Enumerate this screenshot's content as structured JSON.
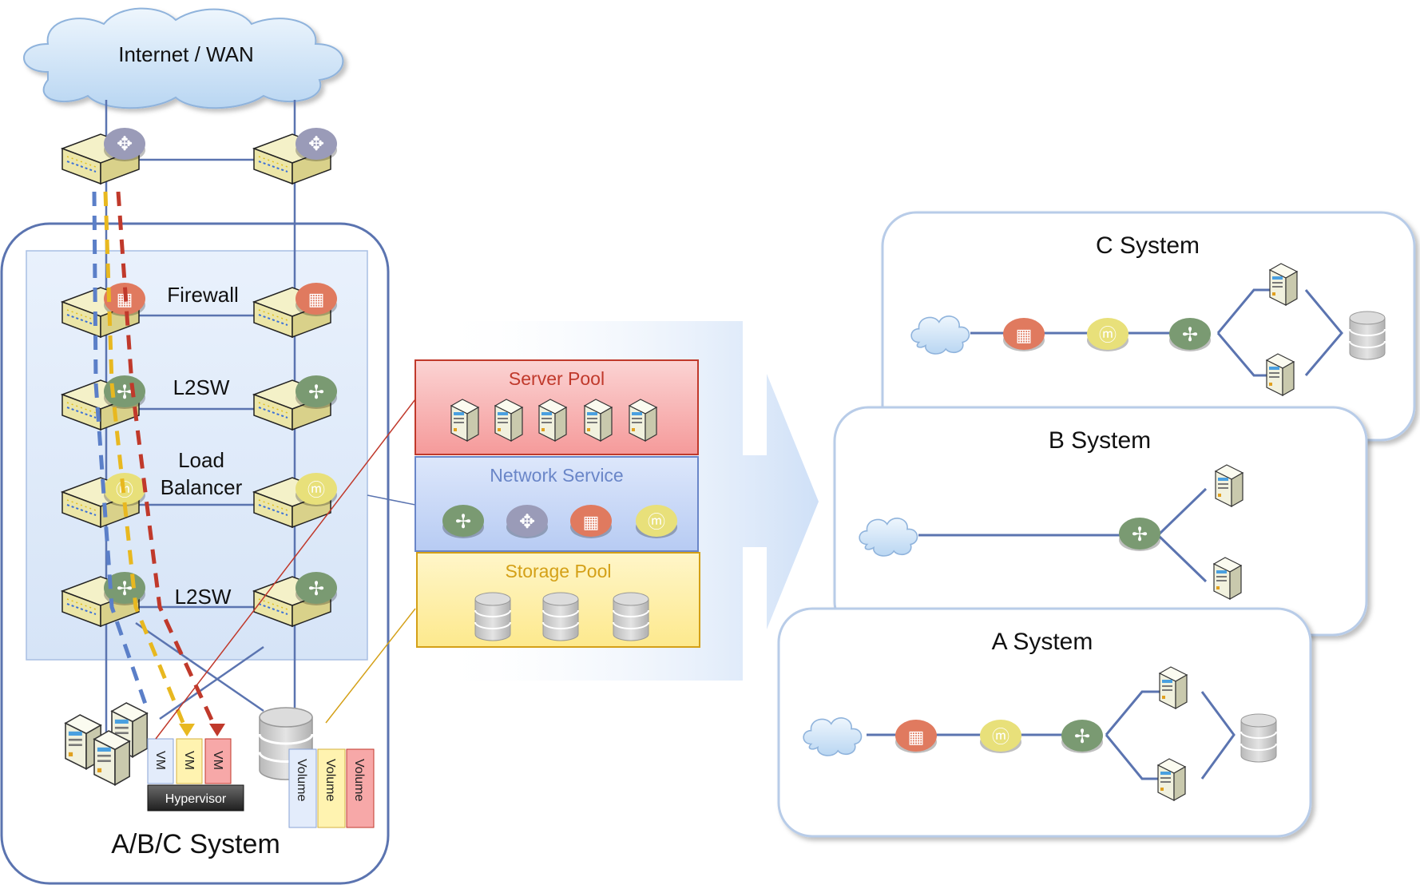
{
  "cloud": {
    "label": "Internet / WAN"
  },
  "abc_system": {
    "title": "A/B/C System",
    "layers": {
      "firewall": "Firewall",
      "l2sw_top": "L2SW",
      "load_balancer_line1": "Load",
      "load_balancer_line2": "Balancer",
      "l2sw_bottom": "L2SW"
    },
    "vm_label": "VM",
    "hypervisor_label": "Hypervisor",
    "volume_label": "Volume"
  },
  "pools": {
    "server_pool": "Server Pool",
    "network_service": "Network Service",
    "storage_pool": "Storage Pool"
  },
  "systems": {
    "c": "C System",
    "b": "B System",
    "a": "A System"
  },
  "colors": {
    "line_blue": "#5b74b0",
    "firewall_red": "#e07a5f",
    "router_gray": "#9a9bb8",
    "l2sw_green": "#7a9a72",
    "lb_yellow": "#e8e07a",
    "server_pool_text": "#c0392b",
    "network_service_text": "#6a86c8",
    "storage_pool_text": "#d4a017"
  }
}
